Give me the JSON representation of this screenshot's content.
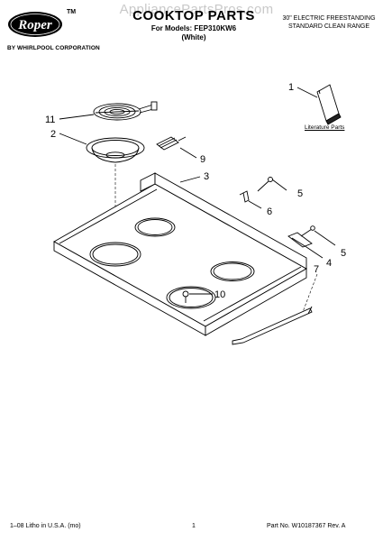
{
  "header": {
    "brand": "Roper",
    "trademark": "TM",
    "byline": "BY WHIRLPOOL CORPORATION",
    "watermark": "AppliancePartsPros.com",
    "title": "COOKTOP PARTS",
    "models": "For Models: FEP310KW6",
    "color": "(White)",
    "description_line1": "30\" ELECTRIC FREESTANDING",
    "description_line2": "STANDARD CLEAN RANGE"
  },
  "literature_label": "Literature Parts",
  "callouts": {
    "c1": "1",
    "c2": "2",
    "c3": "3",
    "c4": "4",
    "c5a": "5",
    "c5b": "5",
    "c6": "6",
    "c7": "7",
    "c9": "9",
    "c10": "10",
    "c11": "11"
  },
  "footer": {
    "left": "1–08 Litho in U.S.A. (mo)",
    "page": "1",
    "right": "Part No. W10187367 Rev. A"
  },
  "icons": {
    "logo": "roper-oval-logo",
    "parts": [
      "literature-booklet",
      "surface-element",
      "drip-bowl",
      "terminal-block",
      "cooktop-panel",
      "screw",
      "clip",
      "hinge",
      "rod",
      "bracket"
    ]
  }
}
